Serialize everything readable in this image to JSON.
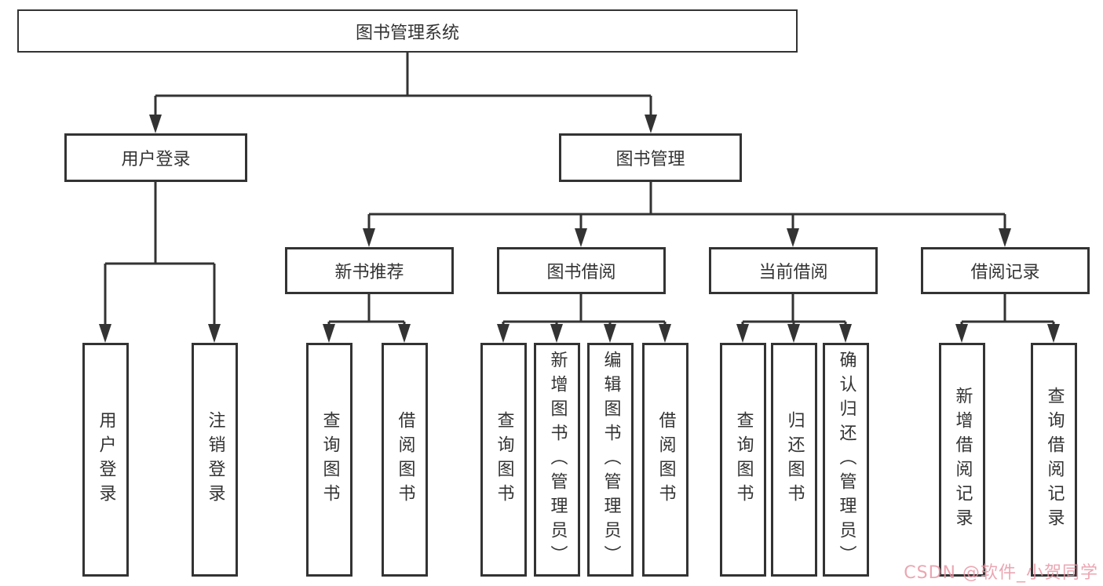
{
  "tree": {
    "root": "图书管理系统",
    "branches": [
      {
        "label": "用户登录",
        "children": [
          "用户登录",
          "注销登录"
        ]
      },
      {
        "label": "图书管理",
        "sections": [
          {
            "label": "新书推荐",
            "children": [
              "查询图书",
              "借阅图书"
            ]
          },
          {
            "label": "图书借阅",
            "children": [
              "查询图书",
              "新增图书（管理员）",
              "编辑图书（管理员）",
              "借阅图书"
            ]
          },
          {
            "label": "当前借阅",
            "children": [
              "查询图书",
              "归还图书",
              "确认归还（管理员）"
            ]
          },
          {
            "label": "借阅记录",
            "children": [
              "新增借阅记录",
              "查询借阅记录"
            ]
          }
        ]
      }
    ]
  },
  "watermark": {
    "text": "CSDN @软件_小贺同学",
    "color": "#e896a5"
  },
  "colors": {
    "line": "#333333",
    "box_border": "#333333",
    "text": "#333333",
    "background": "#ffffff"
  }
}
